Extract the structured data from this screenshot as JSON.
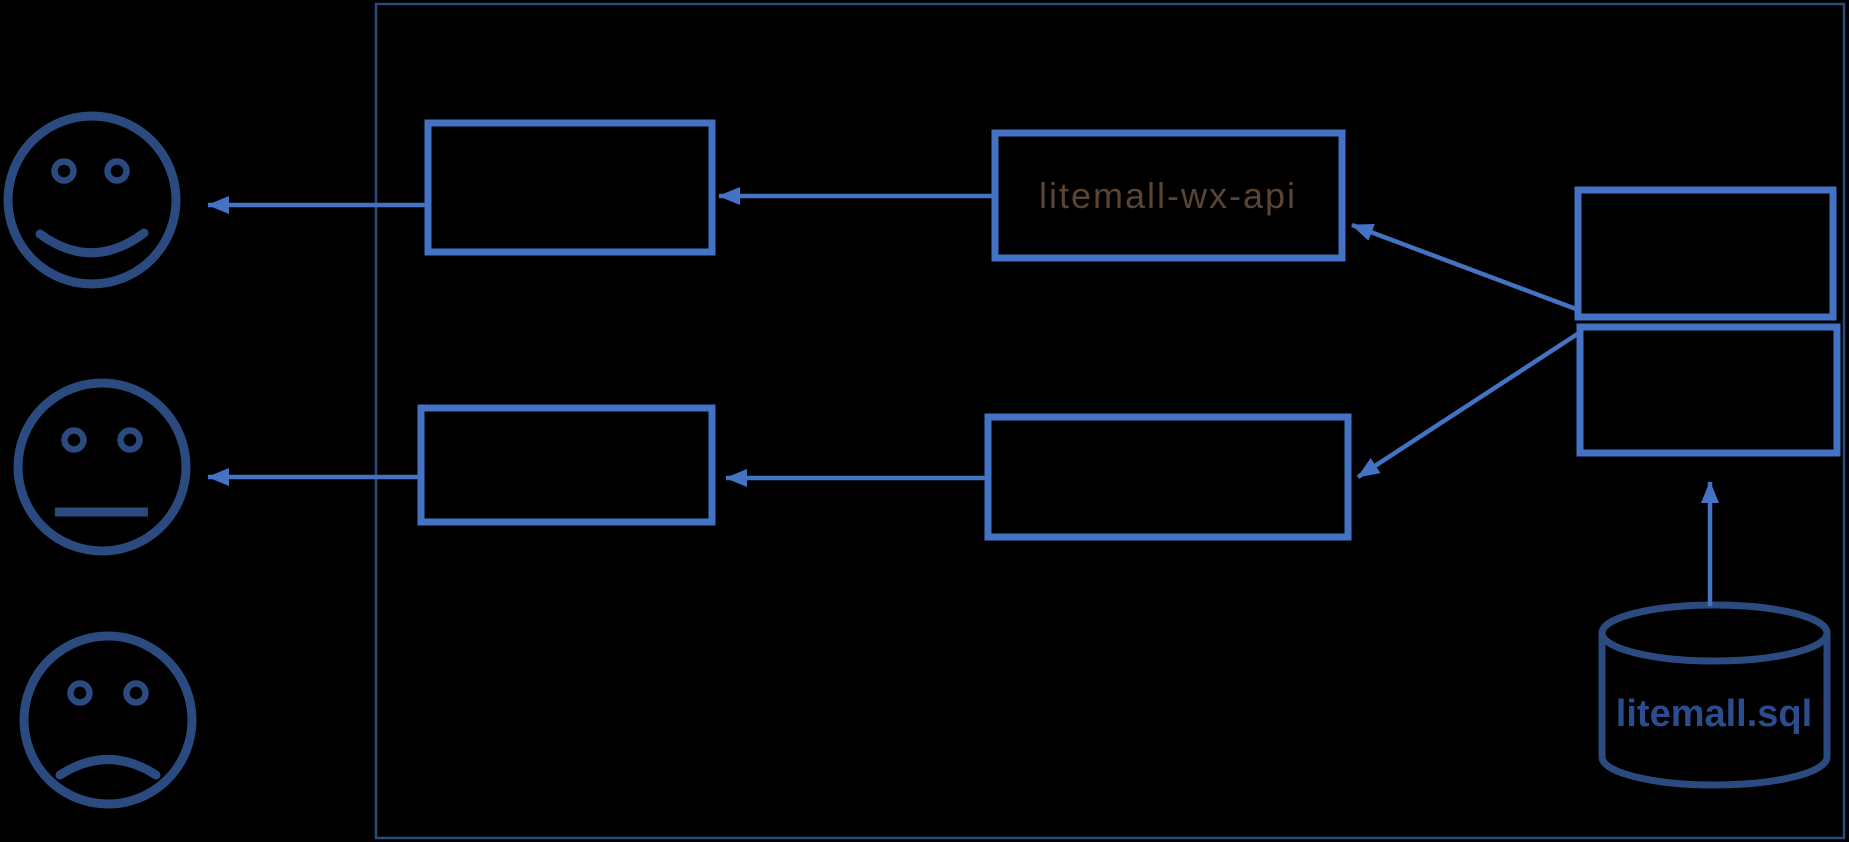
{
  "diagram": {
    "title_visible": false,
    "background": "#000000",
    "colors": {
      "box_stroke": "#4472C4",
      "arrow": "#4472C4",
      "container_border": "#2b4a7d",
      "face_stroke": "#2a4a80",
      "cylinder_stroke": "#2a4a80",
      "wx_api_text": "#5a4433",
      "db_text": "#2b4d8e"
    },
    "labels": {
      "wx_api": "litemall-wx-api",
      "database": "litemall.sql"
    },
    "nodes": [
      {
        "id": "user-happy",
        "type": "smiley-face-happy",
        "label": ""
      },
      {
        "id": "user-neutral",
        "type": "smiley-face-neutral",
        "label": ""
      },
      {
        "id": "user-sad",
        "type": "smiley-face-sad",
        "label": ""
      },
      {
        "id": "box-row1-left",
        "type": "rect",
        "label": ""
      },
      {
        "id": "litemall-wx-api",
        "type": "rect",
        "label": "litemall-wx-api"
      },
      {
        "id": "box-row2-left",
        "type": "rect",
        "label": ""
      },
      {
        "id": "box-row2-middle",
        "type": "rect",
        "label": ""
      },
      {
        "id": "box-right-top",
        "type": "rect",
        "label": ""
      },
      {
        "id": "box-right-bottom",
        "type": "rect",
        "label": ""
      },
      {
        "id": "database",
        "type": "cylinder",
        "label": "litemall.sql"
      }
    ],
    "edges": [
      {
        "from": "box-row1-left",
        "to": "user-happy",
        "style": "arrow-left"
      },
      {
        "from": "litemall-wx-api",
        "to": "box-row1-left",
        "style": "arrow-left"
      },
      {
        "from": "box-right-top",
        "to": "litemall-wx-api",
        "style": "arrow-diagonal"
      },
      {
        "from": "box-right-bottom",
        "to": "box-row2-middle",
        "style": "arrow-diagonal"
      },
      {
        "from": "box-row2-middle",
        "to": "box-row2-left",
        "style": "arrow-left"
      },
      {
        "from": "box-row2-left",
        "to": "user-neutral",
        "style": "arrow-left"
      },
      {
        "from": "database",
        "to": "box-right-bottom",
        "style": "arrow-up"
      }
    ]
  }
}
